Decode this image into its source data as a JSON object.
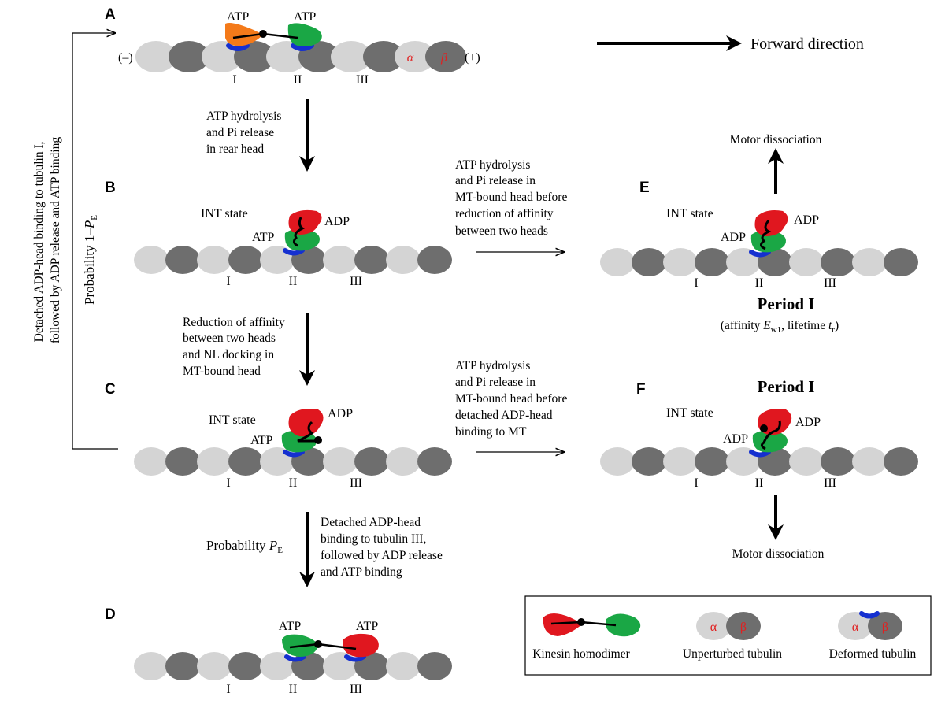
{
  "panels": {
    "a": "A",
    "b": "B",
    "c": "C",
    "d": "D",
    "e": "E",
    "f": "F"
  },
  "colors": {
    "alpha_tubulin": "#d4d4d4",
    "beta_tubulin": "#6e6e6e",
    "kinesin_red": "#e0171f",
    "kinesin_green": "#1aa745",
    "kinesin_orange": "#f47a1a",
    "deformation": "#1530d0",
    "neck_linker": "#000000",
    "alpha_beta_label": "#e02020"
  },
  "labels": {
    "atp": "ATP",
    "adp": "ADP",
    "int_state": "INT state",
    "minus_end": "(–)",
    "plus_end": "(+)",
    "alpha": "α",
    "beta": "β",
    "site_1": "I",
    "site_2": "II",
    "site_3": "III"
  },
  "forward_direction": "Forward direction",
  "transitions": {
    "a_to_b": [
      "ATP hydrolysis",
      "and Pi release",
      "in rear head"
    ],
    "b_to_c": [
      "Reduction of affinity",
      "between two heads",
      "and NL docking  in",
      "MT-bound head"
    ],
    "c_to_d_prob": "Probability",
    "c_to_d_prob_symbol": "P",
    "c_to_d_prob_sub": "E",
    "c_to_d": [
      "Detached ADP-head",
      "binding to tubulin III,",
      "followed by ADP release",
      "and ATP binding"
    ],
    "b_to_e": [
      "ATP hydrolysis",
      "and Pi release in",
      "MT-bound head before",
      "reduction of affinity",
      "between two heads"
    ],
    "c_to_f": [
      "ATP hydrolysis",
      "and Pi release in",
      "MT-bound head before",
      "detached ADP-head",
      "binding to MT"
    ],
    "loop_back": [
      "Detached ADP-head binding to tubulin I,",
      "followed by ADP release and ATP binding"
    ],
    "loop_prob": "Probability 1–",
    "loop_prob_symbol": "P",
    "loop_prob_sub": "E",
    "e_dissociation": "Motor dissociation",
    "f_dissociation": "Motor dissociation"
  },
  "period_e": {
    "title": "Period I",
    "affinity_prefix": "(affinity ",
    "affinity_symbol": "E",
    "affinity_sub": "w1",
    "lifetime_prefix": ", lifetime ",
    "lifetime_symbol": "t",
    "lifetime_sub": "r",
    "suffix": ")"
  },
  "period_f": {
    "title": "Period I"
  },
  "legend": {
    "kinesin": "Kinesin homodimer",
    "unperturbed": "Unperturbed tubulin",
    "deformed": "Deformed tubulin",
    "alpha": "α",
    "beta": "β"
  }
}
